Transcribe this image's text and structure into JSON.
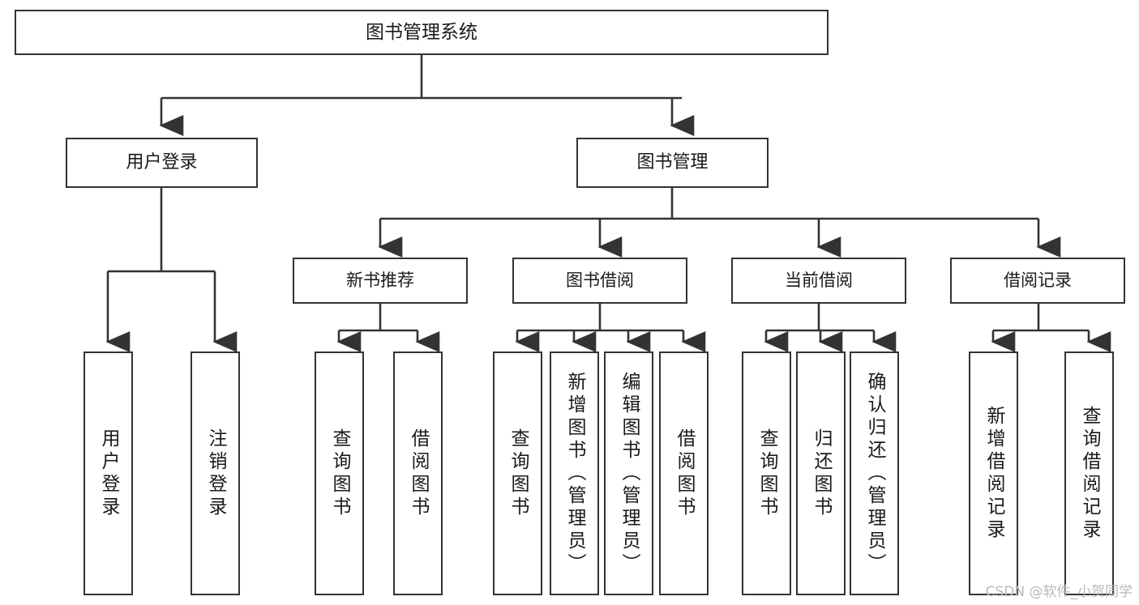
{
  "diagram": {
    "title": "图书管理系统",
    "watermark": "CSDN @软件_小贺同学",
    "colors": {
      "box_border": "#333333",
      "box_fill": "#ffffff",
      "connector": "#333333",
      "text": "#1a1a1a",
      "watermark": "#b9b9b9"
    },
    "nodes": {
      "root": {
        "label": "图书管理系统"
      },
      "level1": [
        {
          "label": "用户登录"
        },
        {
          "label": "图书管理"
        }
      ],
      "level2": [
        {
          "label": "新书推荐"
        },
        {
          "label": "图书借阅"
        },
        {
          "label": "当前借阅"
        },
        {
          "label": "借阅记录"
        }
      ],
      "leaves": {
        "user_login": [
          {
            "label": "用户登录"
          },
          {
            "label": "注销登录"
          }
        ],
        "new_book_recommend": [
          {
            "label": "查询图书"
          },
          {
            "label": "借阅图书"
          }
        ],
        "book_borrow": [
          {
            "label": "查询图书"
          },
          {
            "label": "新增图书（管理员）"
          },
          {
            "label": "编辑图书（管理员）"
          },
          {
            "label": "借阅图书"
          }
        ],
        "current_borrow": [
          {
            "label": "查询图书"
          },
          {
            "label": "归还图书"
          },
          {
            "label": "确认归还（管理员）"
          }
        ],
        "borrow_record": [
          {
            "label": "新增借阅记录"
          },
          {
            "label": "查询借阅记录"
          }
        ]
      }
    }
  }
}
